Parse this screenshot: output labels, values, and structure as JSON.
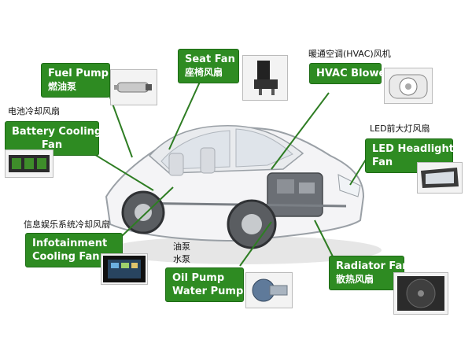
{
  "colors": {
    "label_green": "#2e8b22",
    "leader_line": "#2e7d23",
    "label_text": "#ffffff"
  },
  "labels": {
    "fuel_pump": {
      "en": "Fuel Pump",
      "zh": "燃油泵"
    },
    "seat_fan": {
      "en": "Seat Fan",
      "zh": "座椅风扇"
    },
    "hvac": {
      "en": "HVAC Blower",
      "note": "暖通空调(HVAC)风机"
    },
    "battery": {
      "line1": "Battery Cooling",
      "line2": "Fan",
      "note": "电池冷却风扇"
    },
    "led": {
      "line1": "LED Headlight",
      "line2": "Fan",
      "note": "LED前大灯风扇"
    },
    "infotainment": {
      "line1": "Infotainment",
      "line2": "Cooling Fan",
      "note": "信息娱乐系统冷却风扇"
    },
    "oil_pump": {
      "line1": "Oil Pump",
      "line2": "Water Pump",
      "note1": "油泵",
      "note2": "水泵"
    },
    "radiator": {
      "en": "Radiator Fan",
      "zh": "散热风扇"
    }
  },
  "icons": {
    "fuel_pump": "fuel-pump-icon",
    "seat": "car-seat-icon",
    "hvac": "blower-fan-icon",
    "battery": "battery-pack-icon",
    "led": "led-headlight-icon",
    "infotainment": "infotainment-screen-icon",
    "pump": "water-pump-icon",
    "radiator": "radiator-fan-icon"
  }
}
